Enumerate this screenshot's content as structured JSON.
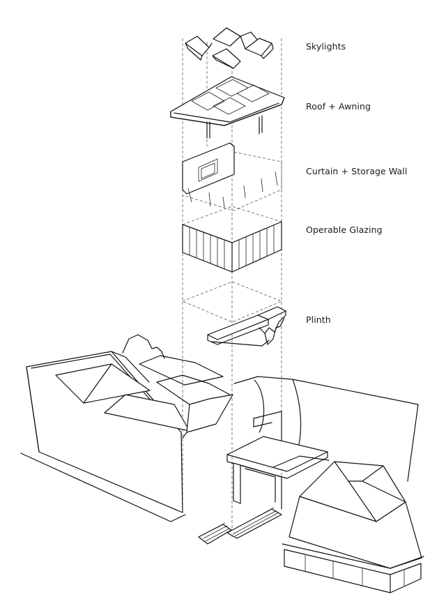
{
  "layers": [
    {
      "id": "skylights",
      "label": "Skylights"
    },
    {
      "id": "roof",
      "label": "Roof + Awning"
    },
    {
      "id": "curtain",
      "label": "Curtain + Storage Wall"
    },
    {
      "id": "glazing",
      "label": "Operable Glazing"
    },
    {
      "id": "plinth",
      "label": "Plinth"
    }
  ],
  "colors": {
    "line": "#111111",
    "background": "#ffffff",
    "guide": "#555555"
  }
}
